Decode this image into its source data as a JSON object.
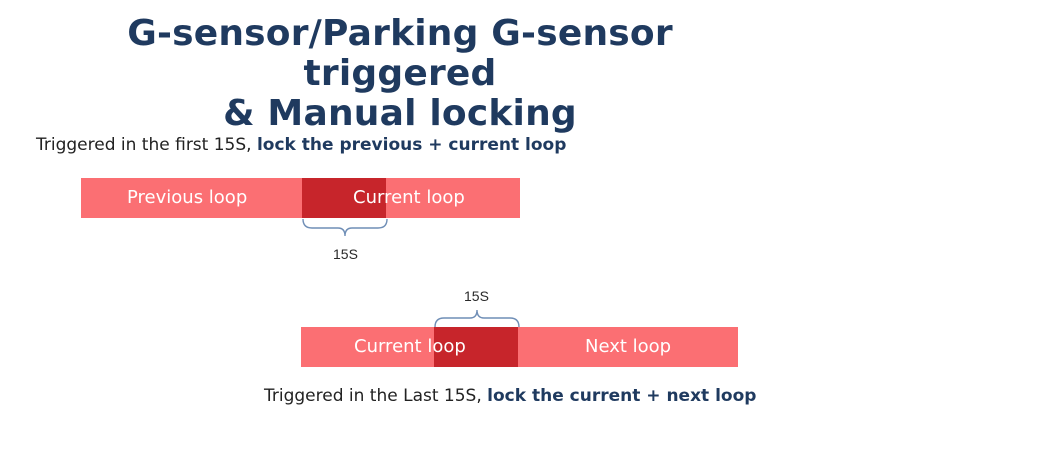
{
  "title": {
    "line1": "G-sensor/Parking G-sensor triggered",
    "line2": "& Manual locking"
  },
  "scenario_first": {
    "caption_plain": "Triggered  in the first 15S, ",
    "caption_bold": "lock the previous + current loop",
    "bar_left_label": "Previous loop",
    "bar_right_label": "Current loop",
    "brace_label": "15S"
  },
  "scenario_last": {
    "caption_plain": "Triggered  in the Last 15S, ",
    "caption_bold": "lock the current + next loop",
    "bar_left_label": "Current loop",
    "bar_right_label": "Next loop",
    "brace_label": "15S"
  },
  "colors": {
    "title": "#1f3a5f",
    "loop_bar": "#fb6f73",
    "locked_segment": "#c7252b",
    "emphasis_text": "#1f3a5f"
  }
}
